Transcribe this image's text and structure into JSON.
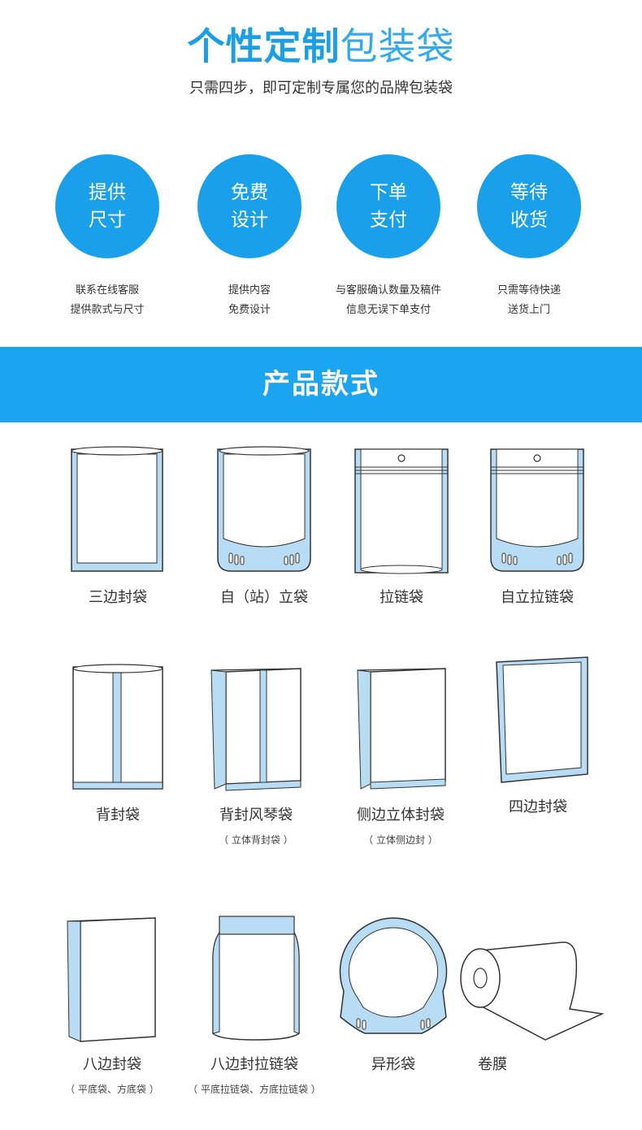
{
  "header": {
    "title_strong": "个性定制",
    "title_light": "包装袋",
    "subtitle": "只需四步，即可定制专属您的品牌包装袋"
  },
  "steps": [
    {
      "line1": "提供",
      "line2": "尺寸",
      "desc1": "联系在线客服",
      "desc2": "提供款式与尺寸"
    },
    {
      "line1": "免费",
      "line2": "设计",
      "desc1": "提供内容",
      "desc2": "免费设计"
    },
    {
      "line1": "下单",
      "line2": "支付",
      "desc1": "与客服确认数量及稿件",
      "desc2": "信息无误下单支付"
    },
    {
      "line1": "等待",
      "line2": "收货",
      "desc1": "只需等待快递",
      "desc2": "送货上门"
    }
  ],
  "banner": {
    "title": "产品款式"
  },
  "products": [
    {
      "name": "三边封袋",
      "note": ""
    },
    {
      "name": "自（站）立袋",
      "note": ""
    },
    {
      "name": "拉链袋",
      "note": ""
    },
    {
      "name": "自立拉链袋",
      "note": ""
    },
    {
      "name": "背封袋",
      "note": ""
    },
    {
      "name": "背封风琴袋",
      "note": "（ 立体背封袋 ）"
    },
    {
      "name": "侧边立体封袋",
      "note": "（ 立体侧边封 ）"
    },
    {
      "name": "四边封袋",
      "note": ""
    },
    {
      "name": "八边封袋",
      "note": "（ 平底袋、方底袋 ）"
    },
    {
      "name": "八边封拉链袋",
      "note": "（ 平底拉链袋、方底拉链袋 ）"
    },
    {
      "name": "异形袋",
      "note": ""
    },
    {
      "name": "卷膜",
      "note": ""
    }
  ],
  "colors": {
    "accent": "#1aa0ea",
    "banner": "#1ba4f0",
    "seal": "#b8dcf4"
  }
}
